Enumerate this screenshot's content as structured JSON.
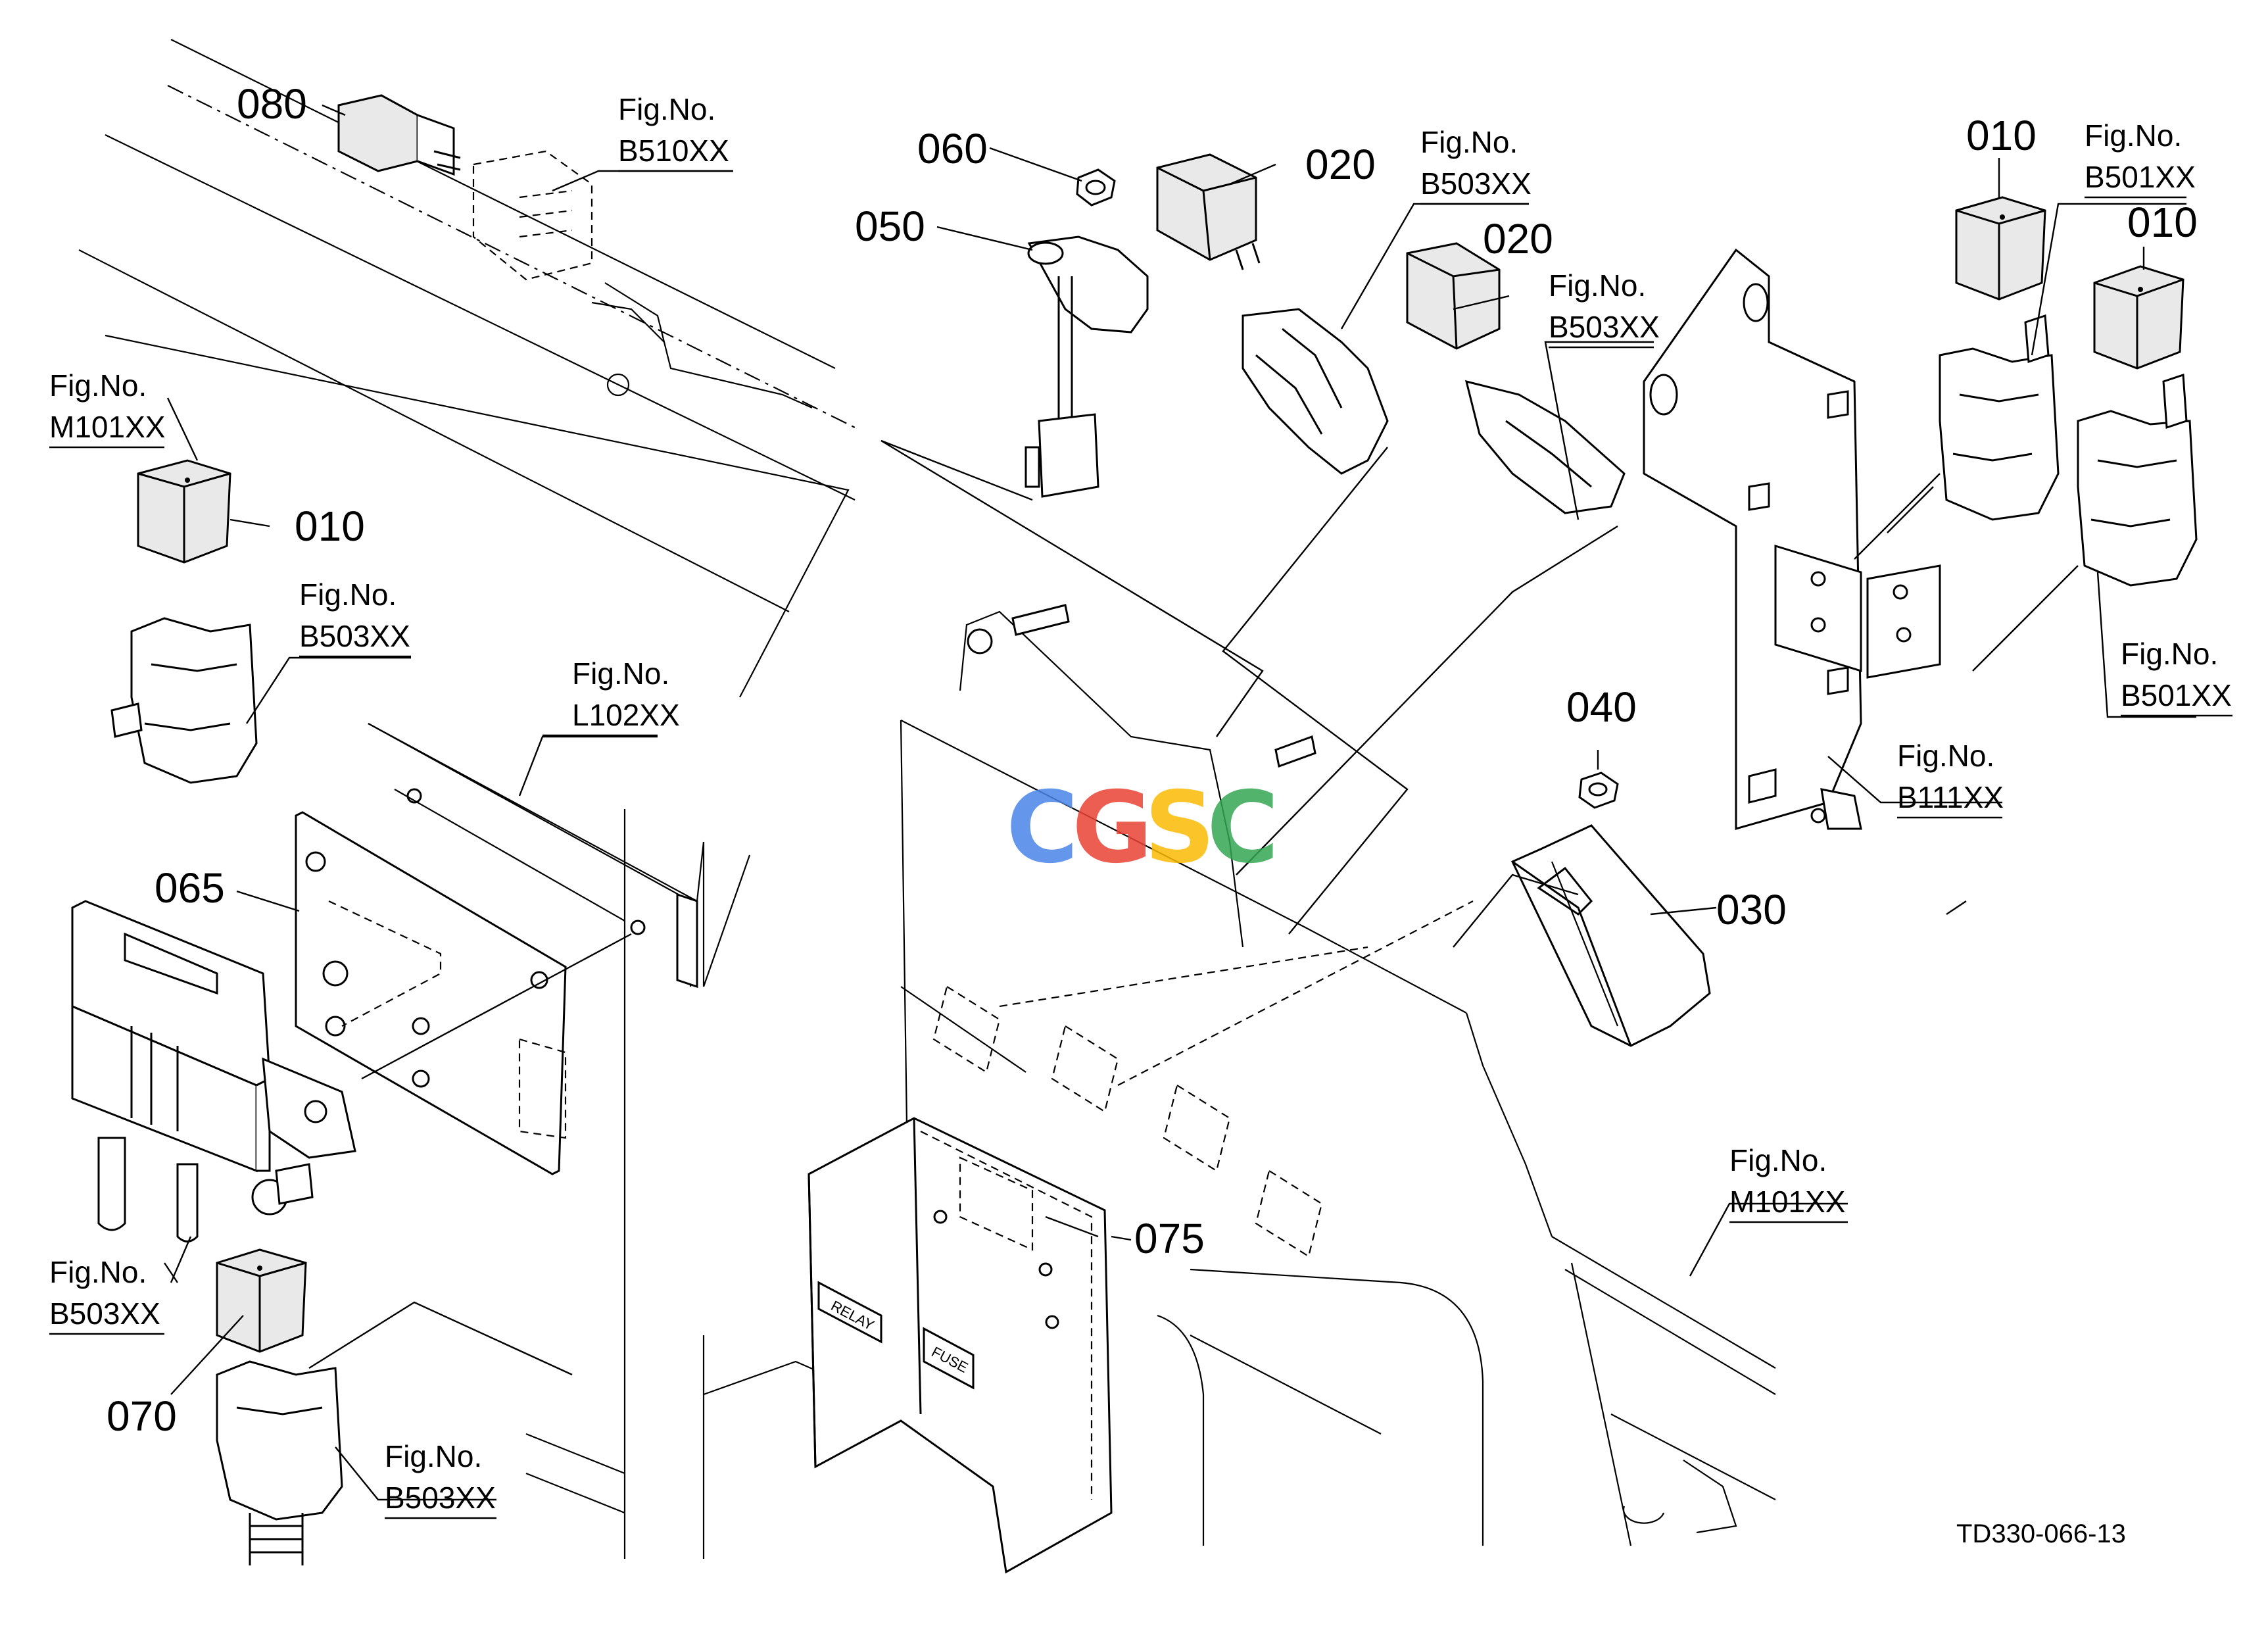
{
  "part_labels": [
    {
      "id": "p080",
      "text": "080"
    },
    {
      "id": "p060",
      "text": "060"
    },
    {
      "id": "p050",
      "text": "050"
    },
    {
      "id": "p020a",
      "text": "020"
    },
    {
      "id": "p020b",
      "text": "020"
    },
    {
      "id": "p010a",
      "text": "010"
    },
    {
      "id": "p010b",
      "text": "010"
    },
    {
      "id": "p010c",
      "text": "010"
    },
    {
      "id": "p040",
      "text": "040"
    },
    {
      "id": "p030",
      "text": "030"
    },
    {
      "id": "p065",
      "text": "065"
    },
    {
      "id": "p075",
      "text": "075"
    },
    {
      "id": "p070",
      "text": "070"
    }
  ],
  "fig_refs": [
    {
      "id": "f1",
      "line1": "Fig.No.",
      "line2": "B510XX"
    },
    {
      "id": "f2",
      "line1": "Fig.No.",
      "line2": "B503XX"
    },
    {
      "id": "f3",
      "line1": "Fig.No.",
      "line2": "B503XX"
    },
    {
      "id": "f4",
      "line1": "Fig.No.",
      "line2": "B501XX"
    },
    {
      "id": "f5",
      "line1": "Fig.No.",
      "line2": "M101XX"
    },
    {
      "id": "f6",
      "line1": "Fig.No.",
      "line2": "B503XX"
    },
    {
      "id": "f7",
      "line1": "Fig.No.",
      "line2": "L102XX"
    },
    {
      "id": "f8",
      "line1": "Fig.No.",
      "line2": "B501XX"
    },
    {
      "id": "f9",
      "line1": "Fig.No.",
      "line2": "B111XX"
    },
    {
      "id": "f10",
      "line1": "Fig.No.",
      "line2": "M101XX"
    },
    {
      "id": "f11",
      "line1": "Fig.No.",
      "line2": "B503XX"
    },
    {
      "id": "f12",
      "line1": "Fig.No.",
      "line2": "B503XX"
    }
  ],
  "cover_plates": {
    "relay": "RELAY",
    "fuse": "FUSE"
  },
  "watermark": {
    "letters": [
      "C",
      "G",
      "S",
      "C"
    ],
    "colors": [
      "#4a86e8",
      "#ea4335",
      "#fbbc05",
      "#34a853"
    ]
  },
  "drawing_number": "TD330-066-13"
}
